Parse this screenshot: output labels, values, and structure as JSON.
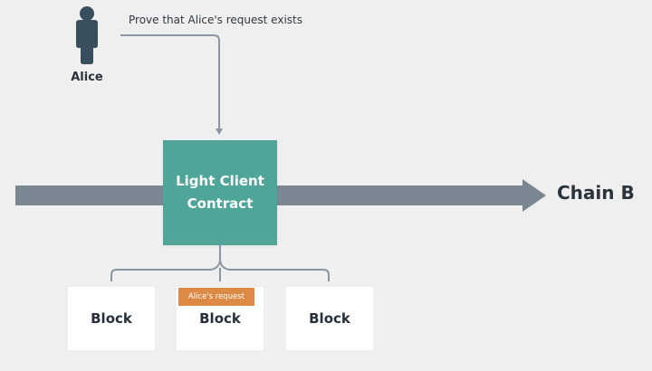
{
  "actor": {
    "name": "Alice",
    "icon": "person-icon"
  },
  "instruction": {
    "text": "Prove that Alice's request exists"
  },
  "contract": {
    "line1": "Light Client",
    "line2": "Contract"
  },
  "chain": {
    "label": "Chain B"
  },
  "blocks": [
    {
      "label": "Block"
    },
    {
      "label": "Block",
      "badge": "Alice's request"
    },
    {
      "label": "Block"
    }
  ],
  "colors": {
    "background": "#efefef",
    "contract": "#4fa597",
    "arrow": "#7a8792",
    "connector": "#8a96a1",
    "badge": "#de8a47",
    "person": "#3a4f5e",
    "text": "#2b333c"
  }
}
